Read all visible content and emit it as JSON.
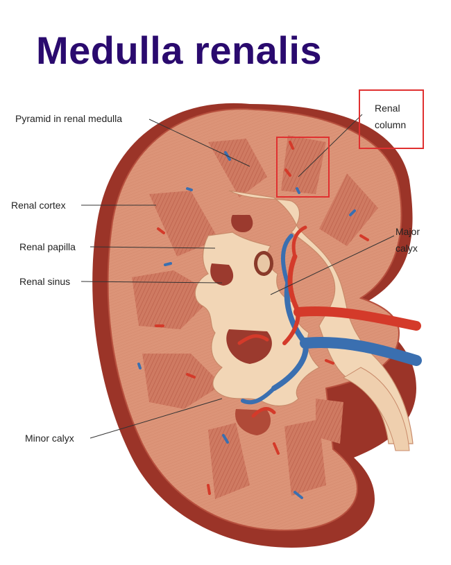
{
  "title": "Medulla renalis",
  "labels": {
    "pyramid": "Pyramid in renal medulla",
    "renal_column_line1": "Renal",
    "renal_column_line2": "column",
    "renal_cortex": "Renal cortex",
    "major_calyx_line1": "Major",
    "major_calyx_line2": "calyx",
    "renal_papilla": "Renal papilla",
    "renal_sinus": "Renal sinus",
    "minor_calyx": "Minor calyx"
  },
  "colors": {
    "title": "#2a0a6e",
    "highlight_box": "#e03030",
    "capsule": "#a33a2c",
    "cortex": "#d98a6e",
    "pyramid": "#c9705a",
    "sinus": "#f3dcc0",
    "artery": "#d43a2a",
    "vein": "#3a6fb0"
  }
}
